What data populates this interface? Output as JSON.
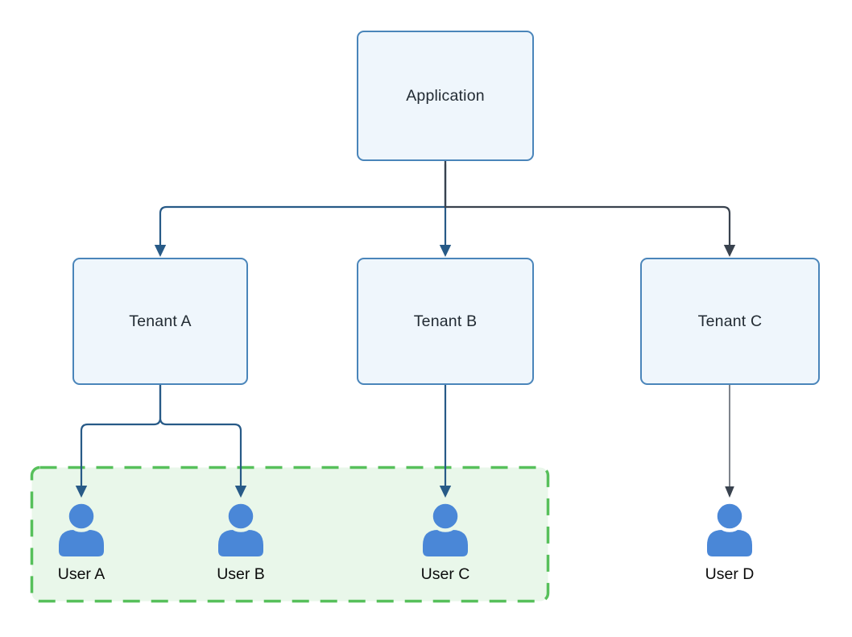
{
  "nodes": {
    "application": {
      "label": "Application",
      "type": "box"
    },
    "tenant_a": {
      "label": "Tenant A",
      "type": "box"
    },
    "tenant_b": {
      "label": "Tenant B",
      "type": "box"
    },
    "tenant_c": {
      "label": "Tenant C",
      "type": "box"
    },
    "user_a": {
      "label": "User A",
      "type": "user"
    },
    "user_b": {
      "label": "User B",
      "type": "user"
    },
    "user_c": {
      "label": "User C",
      "type": "user"
    },
    "user_d": {
      "label": "User D",
      "type": "user"
    }
  },
  "edges": [
    {
      "from": "Application",
      "to": "Tenant A",
      "color": "#275a87",
      "arrow": "filled-triangle"
    },
    {
      "from": "Application",
      "to": "Tenant B",
      "color": "#275a87",
      "arrow": "filled-triangle"
    },
    {
      "from": "Application",
      "to": "Tenant C",
      "color": "#39424e",
      "arrow": "filled-triangle"
    },
    {
      "from": "Tenant A",
      "to": "User A",
      "color": "#275a87",
      "arrow": "filled-triangle"
    },
    {
      "from": "Tenant A",
      "to": "User B",
      "color": "#275a87",
      "arrow": "filled-triangle"
    },
    {
      "from": "Tenant B",
      "to": "User C",
      "color": "#275a87",
      "arrow": "filled-triangle"
    },
    {
      "from": "Tenant C",
      "to": "User D",
      "color": "#39424e",
      "arrow": "filled-triangle",
      "weight": "thin"
    }
  ],
  "group": {
    "members": [
      "User A",
      "User B",
      "User C"
    ],
    "border_style": "dashed",
    "border_color": "#57c05b",
    "fill_color": "#e9f7ea"
  },
  "colors": {
    "background": "#ffffff",
    "node_fill": "#eff6fc",
    "node_border": "#4a85ba",
    "node_text": "#222b33",
    "edge_blue": "#275a87",
    "edge_gray": "#39424e",
    "user_icon_blue": "#4a87d7",
    "user_label_text": "#0b0b0b"
  }
}
